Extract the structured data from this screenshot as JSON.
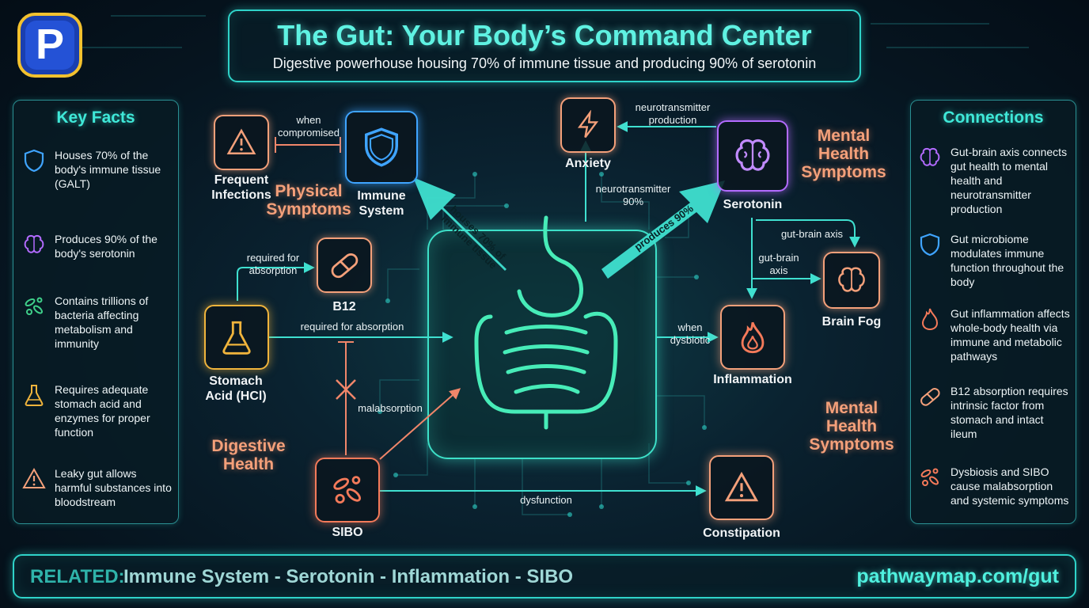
{
  "header": {
    "title": "The Gut: Your Body’s Command Center",
    "subtitle": "Digestive powerhouse housing 70% of immune tissue and producing 90% of serotonin"
  },
  "logo": {
    "letter": "P"
  },
  "key_facts": {
    "title": "Key Facts",
    "items": [
      {
        "icon": "shield-icon",
        "text": "Houses 70% of the body's immune tissue (GALT)"
      },
      {
        "icon": "brain-icon",
        "text": "Produces 90% of the body's serotonin"
      },
      {
        "icon": "bacteria-icon",
        "text": "Contains trillions of bacteria affecting metabolism and immunity"
      },
      {
        "icon": "flask-icon",
        "text": "Requires adequate stomach acid and enzymes for proper function"
      },
      {
        "icon": "warning-icon",
        "text": "Leaky gut allows harmful substances into bloodstream"
      }
    ]
  },
  "connections": {
    "title": "Connections",
    "items": [
      {
        "icon": "brain-icon",
        "text": "Gut-brain axis connects gut health to mental health and neurotransmitter production"
      },
      {
        "icon": "shield-icon",
        "text": "Gut microbiome modulates immune function throughout the body"
      },
      {
        "icon": "flame-icon",
        "text": "Gut inflammation affects whole-body health via immune and metabolic pathways"
      },
      {
        "icon": "pill-icon",
        "text": "B12 absorption requires intrinsic factor from stomach and intact ileum"
      },
      {
        "icon": "bacteria-icon",
        "text": "Dysbiosis and SIBO cause malabsorption and systemic symptoms"
      }
    ]
  },
  "nodes": {
    "frequent_infections": "Frequent Infections",
    "immune_system": "Immune System",
    "anxiety": "Anxiety",
    "serotonin": "Serotonin",
    "b12": "B12",
    "stomach_acid": "Stomach Acid (HCl)",
    "inflammation": "Inflammation",
    "brain_fog": "Brain Fog",
    "sibo": "SIBO",
    "constipation": "Constipation"
  },
  "categories": {
    "physical": "Physical Symptoms",
    "mental_top": "Mental Health Symptoms",
    "digestive": "Digestive Health",
    "mental_bottom": "Mental Health Symptoms"
  },
  "edges": {
    "when_compromised": "when compromised",
    "neurotransmitter_production": "neurotransmitter production",
    "neurotransmitter_90": "neurotransmitter 90%",
    "houses_70": "houses 70% of immune tissue",
    "produces_90": "produces 90%",
    "required_for_absorption_b12": "required for absorption",
    "required_for_absorption": "required for absorption",
    "gut_brain_axis_1": "gut-brain axis",
    "gut_brain_axis_2": "gut-brain axis",
    "when_dysbiotic": "when dysbiotic",
    "malabsorption": "malabsorption",
    "dysfunction": "dysfunction"
  },
  "footer": {
    "related_label": "RELATED:",
    "related_items": "Immune System - Serotonin - Inflammation - SIBO",
    "url": "pathwaymap.com/gut"
  },
  "colors": {
    "accent_teal": "#2fd3c9",
    "physical_orange": "#f4a07a",
    "immune_blue": "#3fa4ff",
    "mental_purple": "#b36bff",
    "stomach_gold": "#f0b43c"
  }
}
